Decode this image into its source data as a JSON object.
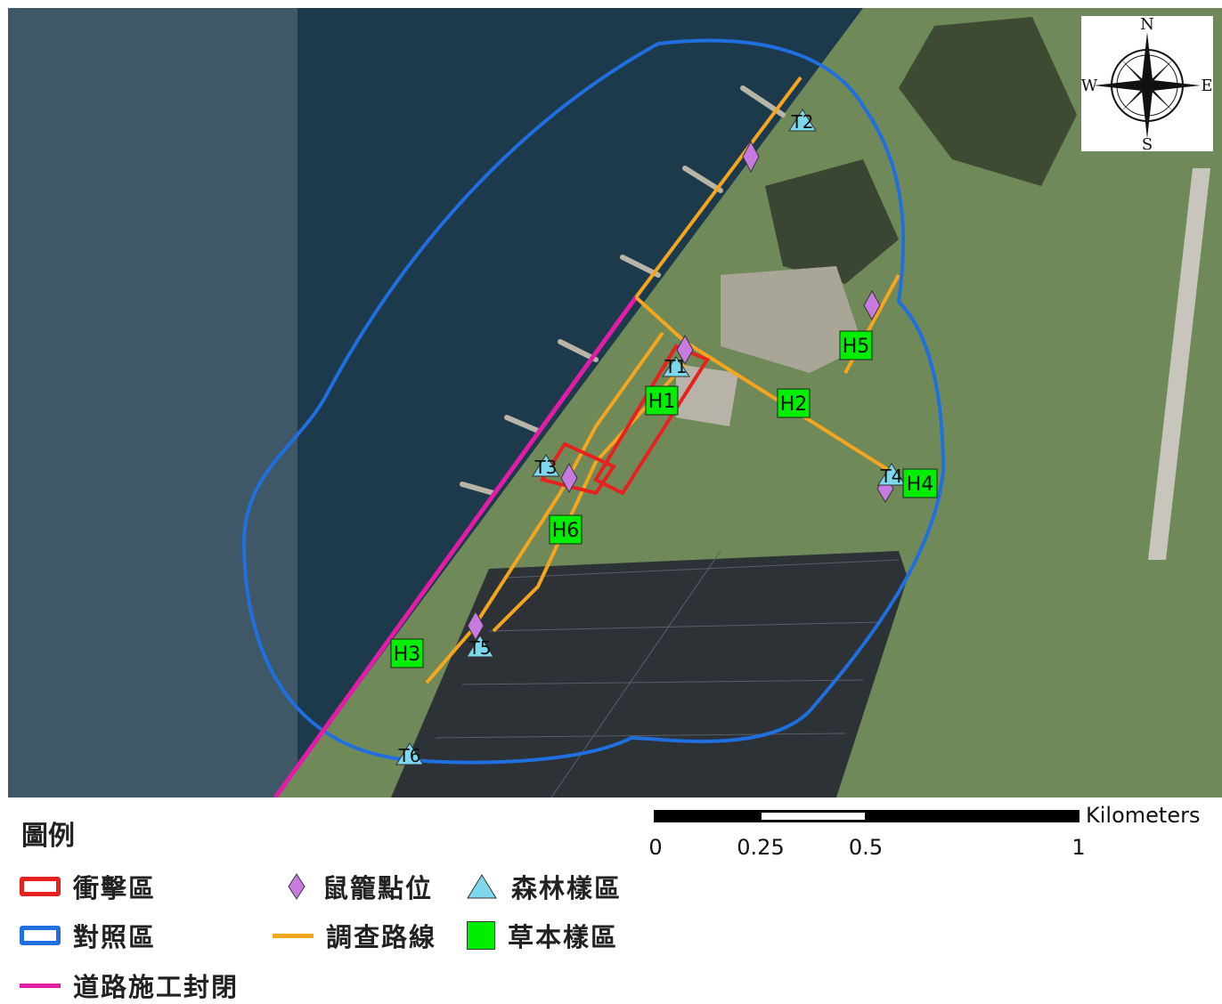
{
  "map": {
    "compass": {
      "north": "N",
      "south": "S",
      "east": "E",
      "west": "W"
    },
    "colors": {
      "sea": "#1d3a4c",
      "ocean": "#3e5868",
      "land": "#6f8a58",
      "impact_zone": "#e8211e",
      "control_zone": "#1f6fe0",
      "road_closure": "#e31ca8",
      "survey_route": "#f5a51e",
      "forest_plot": "#7dd8ee",
      "grass_plot": "#00ee00",
      "trap_point": "#c77be0"
    },
    "forest_plots": [
      "T1",
      "T2",
      "T3",
      "T4",
      "T5",
      "T6"
    ],
    "grass_plots": [
      "H1",
      "H2",
      "H3",
      "H4",
      "H5",
      "H6"
    ]
  },
  "scale": {
    "unit": "Kilometers",
    "ticks": [
      "0",
      "0.25",
      "0.5",
      "1"
    ]
  },
  "legend": {
    "title": "圖例",
    "impact_zone": "衝擊區",
    "control_zone": "對照區",
    "road_closure": "道路施工封閉",
    "trap_point": "鼠籠點位",
    "survey_route": "調查路線",
    "forest_plot": "森林樣區",
    "grass_plot": "草本樣區"
  }
}
